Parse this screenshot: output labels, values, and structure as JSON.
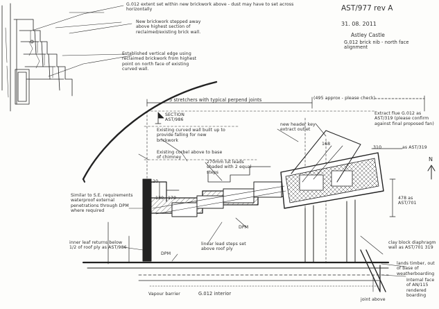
{
  "sheet": {
    "ref": "AST/977 rev A",
    "date": "31. 08. 2011",
    "site": "Astley Castle",
    "subject": "G.012  brick nib - north face alignment"
  },
  "annotations": {
    "extent_set_within": "G.012 extent set within new brickwork above - dust may have to set across horizontally",
    "new_brickwork_stepped": "New brickwork stepped away above highest section of reclaimed/existing brick wall.",
    "established_vertical_edge": "Established vertical edge using reclaimed brickwork from highest point on north face of existing curved wall.",
    "stretchers": "5 stretchers with typical perpend joints",
    "approx_dim": "(495 approx - please check)",
    "section_ref": "SECTION\nAST/986",
    "existing_curved_wall": "Existing curved wall built up to provide falling for new brickwork",
    "existing_corbel": "Existing corbel above to base of chimney",
    "new_header": "new header key extract outlet",
    "extract_flue": "Extract flue G.012 as AST/319 (please confirm against final proposed fan)",
    "dim_310": "310",
    "dim_168": "168",
    "as_ast_319": "as AST/319",
    "dim_120": "120",
    "dim_130": "130",
    "dim_170": "170",
    "lead_flashing": "270mm lut leads shaded with 2 equal steps",
    "north": "N",
    "dim_478": "478 as AST/701",
    "similar_to_se": "Similar to S.E. requirements waterproof external penetrations through DPM where required",
    "dpm": "DPM",
    "dpm_2": "DPM",
    "inner_leaf": "inner leaf returns below 1/2 of roof ply as AST/986",
    "linear_lead": "linear lead steps set above roof ply",
    "clay_block": "clay block diaphragm wall as AST/701 319",
    "lands_timber": "lands timber, out of base of weatherboarding",
    "internal_face": "Internal face of AN/115 rendered boarding",
    "joint_above": "joint above",
    "vapour_barrier": "Vapour barrier",
    "g012_interior": "G.012  interior"
  },
  "icons": [
    "north-arrow-icon",
    "section-marker-icon"
  ]
}
